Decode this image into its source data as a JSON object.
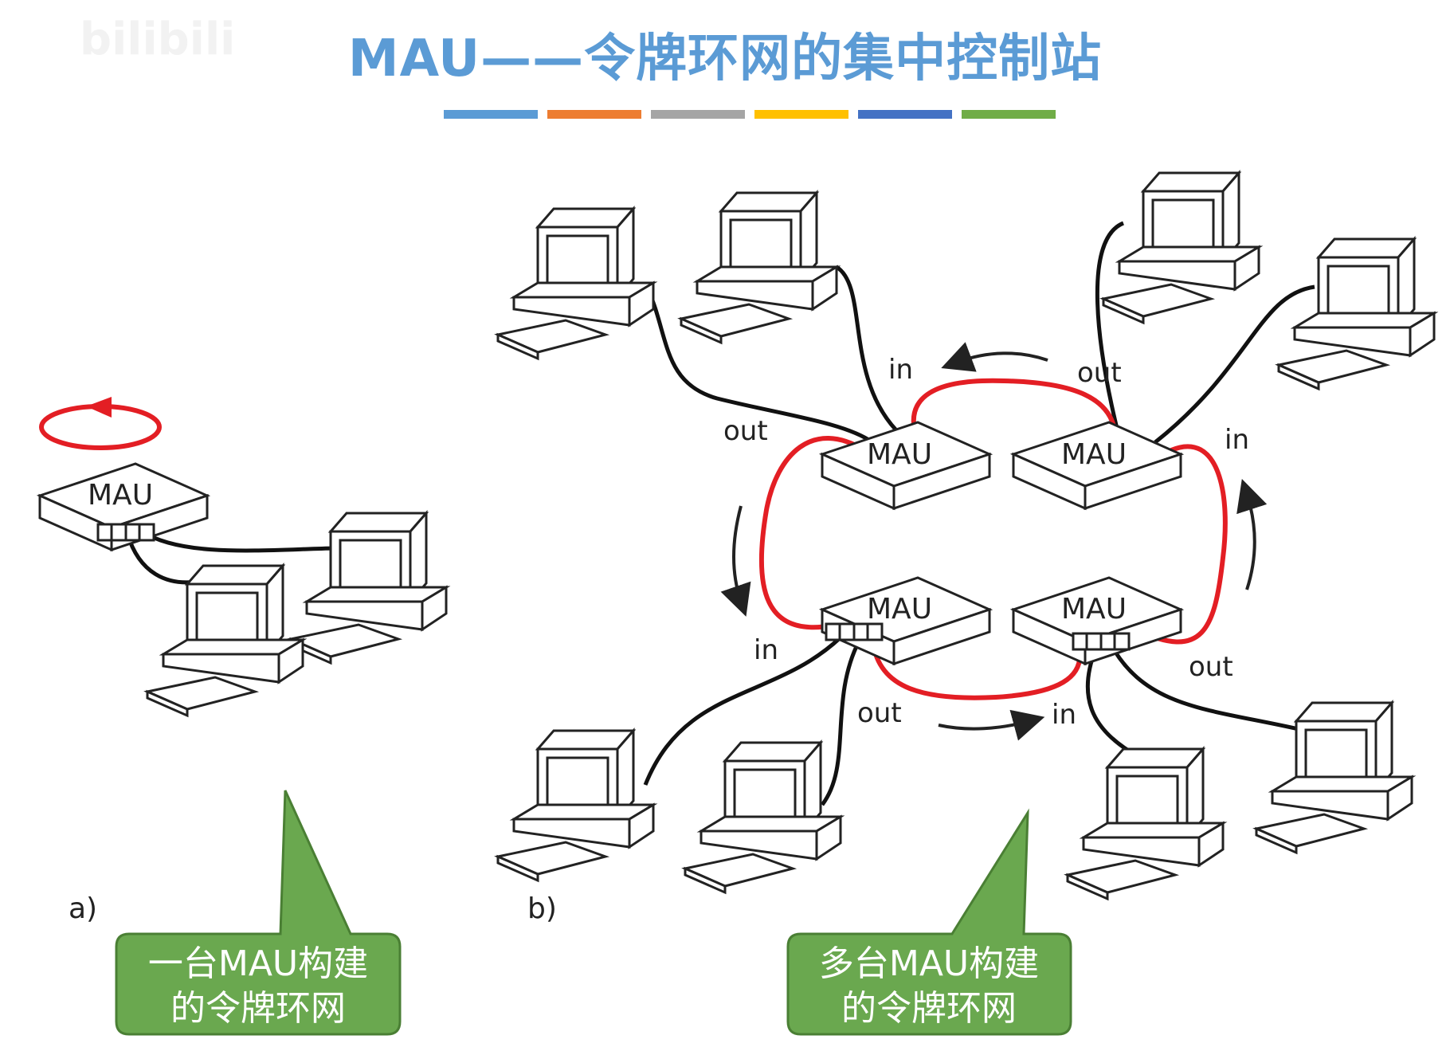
{
  "watermark": {
    "text": "bilibili"
  },
  "title": "MAU——令牌环网的集中控制站",
  "divider_colors": [
    "#5b9bd5",
    "#ed7d31",
    "#a5a5a5",
    "#ffc000",
    "#4472c4",
    "#70ad47"
  ],
  "colors": {
    "ring": "#e31e24",
    "cable": "#111111",
    "callout_fill": "#6aa84f",
    "callout_border": "#4a7f34",
    "title": "#5b9bd5"
  },
  "diagram_a": {
    "label": "a)",
    "mau_label": "MAU",
    "callout": {
      "line1": "一台MAU构建",
      "line2": "的令牌环网"
    }
  },
  "diagram_b": {
    "label": "b)",
    "mau_labels": [
      "MAU",
      "MAU",
      "MAU",
      "MAU"
    ],
    "port_labels": {
      "in": "in",
      "out": "out"
    },
    "callout": {
      "line1": "多台MAU构建",
      "line2": "的令牌环网"
    }
  },
  "icons": [
    "ring-direction-icon",
    "flow-arrow-icon",
    "computer-icon"
  ]
}
